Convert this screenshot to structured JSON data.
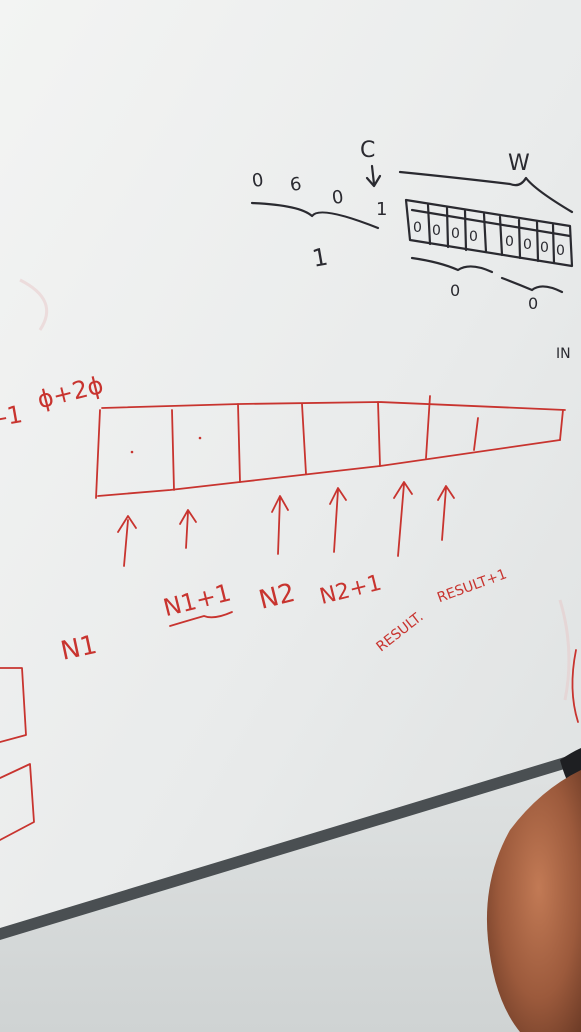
{
  "photo": {
    "subject": "whiteboard",
    "ink_colors": {
      "black": "#2a2a30",
      "red": "#c8342f"
    },
    "board_color": "#eef0f0"
  },
  "black_sketch": {
    "zeros_left": [
      "0",
      "6",
      "0"
    ],
    "c_label": "C",
    "one_right": "1",
    "one_below": "1",
    "w_label": "W",
    "register_cells": [
      "0",
      "0",
      "0",
      "0",
      "0",
      "0",
      "0",
      "0"
    ],
    "zero_under_left": "0",
    "zero_under_right": "0",
    "edge_label": "IN"
  },
  "red_sketch": {
    "header": "ϕ+2ϕ",
    "left_fragment": "-1",
    "pointers": [
      {
        "label": "N1"
      },
      {
        "label": "N1+1"
      },
      {
        "label": "N2"
      },
      {
        "label": "N2+1"
      },
      {
        "label": "RESULT."
      },
      {
        "label": "RESULT+1"
      }
    ]
  }
}
